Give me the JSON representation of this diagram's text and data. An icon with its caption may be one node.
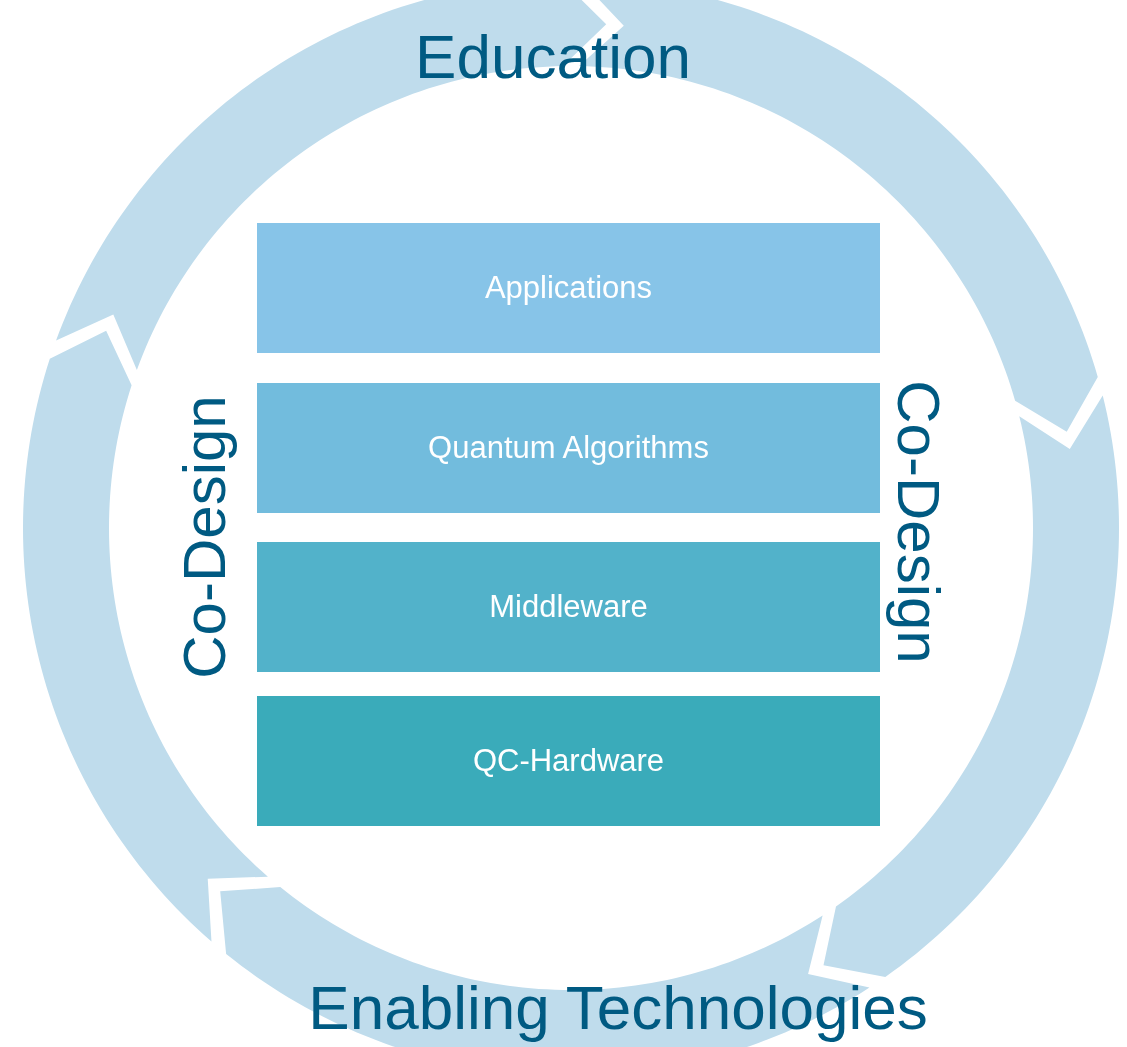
{
  "diagram": {
    "nodes": [
      {
        "text": [
          "Applications"
        ]
      },
      {
        "text": [
          "Quantum Algorithms"
        ]
      },
      {
        "text": [
          "Middleware"
        ]
      },
      {
        "text": [
          "QC-Hardware"
        ]
      }
    ],
    "labels": [
      "Education",
      "Co-Design",
      "Co-Design",
      "Enabling Technologies"
    ]
  }
}
